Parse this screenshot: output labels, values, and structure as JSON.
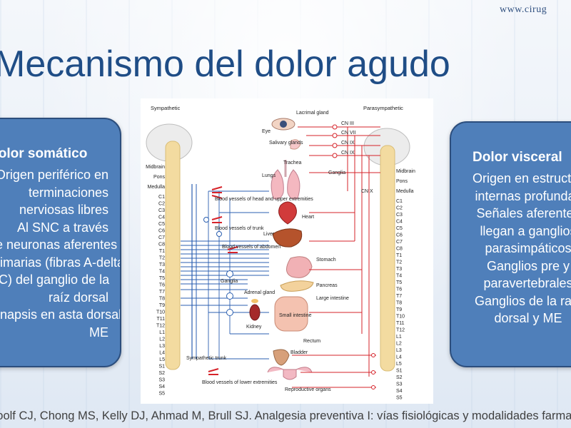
{
  "header": {
    "watermark_url": "www.cirug",
    "title": "Mecanismo del dolor agudo"
  },
  "left_box": {
    "heading": "Dolor somático",
    "lines": [
      "Origen periférico en",
      "terminaciones",
      "nerviosas libres",
      "Al SNC a través",
      "de neuronas aferentes",
      "primarias (fibras A-delta",
      "y C) del ganglio de la",
      "raíz dorsal",
      "Sinapsis en asta dorsal",
      "ME"
    ]
  },
  "right_box": {
    "heading": "Dolor visceral",
    "lines": [
      "Origen en estructuras",
      "internas profundas",
      "Señales aferentes",
      "llegan a ganglios",
      "parasimpáticos",
      "Ganglios pre y",
      "paravertebrales",
      "Ganglios de la raíz",
      "dorsal y ME"
    ]
  },
  "diagram": {
    "sympathetic_label": "Sympathetic",
    "parasympathetic_label": "Parasympathetic",
    "left_levels": [
      "Midbrain",
      "Pons",
      "Medulla",
      "C1",
      "C2",
      "C3",
      "C4",
      "C5",
      "C6",
      "C7",
      "C8",
      "T1",
      "T2",
      "T3",
      "T4",
      "T5",
      "T6",
      "T7",
      "T8",
      "T9",
      "T10",
      "T11",
      "T12",
      "L1",
      "L2",
      "L3",
      "L4",
      "L5",
      "S1",
      "S2",
      "S3",
      "S4",
      "S5"
    ],
    "right_levels": [
      "Midbrain",
      "Pons",
      "Medulla",
      "C1",
      "C2",
      "C3",
      "C4",
      "C5",
      "C6",
      "C7",
      "C8",
      "T1",
      "T2",
      "T3",
      "T4",
      "T5",
      "T6",
      "T7",
      "T8",
      "T9",
      "T10",
      "T11",
      "T12",
      "L1",
      "L2",
      "L3",
      "L4",
      "L5",
      "S1",
      "S2",
      "S3",
      "S4",
      "S5"
    ],
    "cranial_nerves": [
      "CN III",
      "CN VII",
      "CN IX",
      "CN IX",
      "CN X"
    ],
    "organs": {
      "lacrimal": "Lacrimal gland",
      "eye": "Eye",
      "salivary": "Salivary glands",
      "trachea": "Trachea",
      "ganglia": "Ganglia",
      "lungs": "Lungs",
      "heart": "Heart",
      "liver": "Liver",
      "stomach": "Stomach",
      "pancreas": "Pancreas",
      "large_intestine": "Large intestine",
      "adrenal": "Adrenal gland",
      "kidney": "Kidney",
      "small_intestine": "Small intestine",
      "rectum": "Rectum",
      "bladder": "Bladder",
      "reproductive": "Reproductive organs"
    },
    "vessel_labels": {
      "head": "Blood vessels of head and upper extremities",
      "trunk": "Blood vessels of trunk",
      "abdomen": "Blood vessels of abdomen",
      "lower": "Blood vessels of lower extremities"
    },
    "left_ganglia_label": "Ganglia",
    "sympathetic_trunk": "Sympathetic trunk"
  },
  "footer": {
    "citation": "Woolf CJ, Chong MS, Kelly DJ, Ahmad M, Brull SJ. Analgesia preventiva I: vías fisiológicas y modalidades farmacológicas. Can J Anaesth"
  },
  "colors": {
    "title": "#1f4d86",
    "box_fill": "#4f7fba",
    "box_border": "#2c4e7d",
    "sympathetic_line": "#2b5fb0",
    "parasympathetic_line": "#d6232a",
    "spinal_cord": "#f3dba0"
  }
}
